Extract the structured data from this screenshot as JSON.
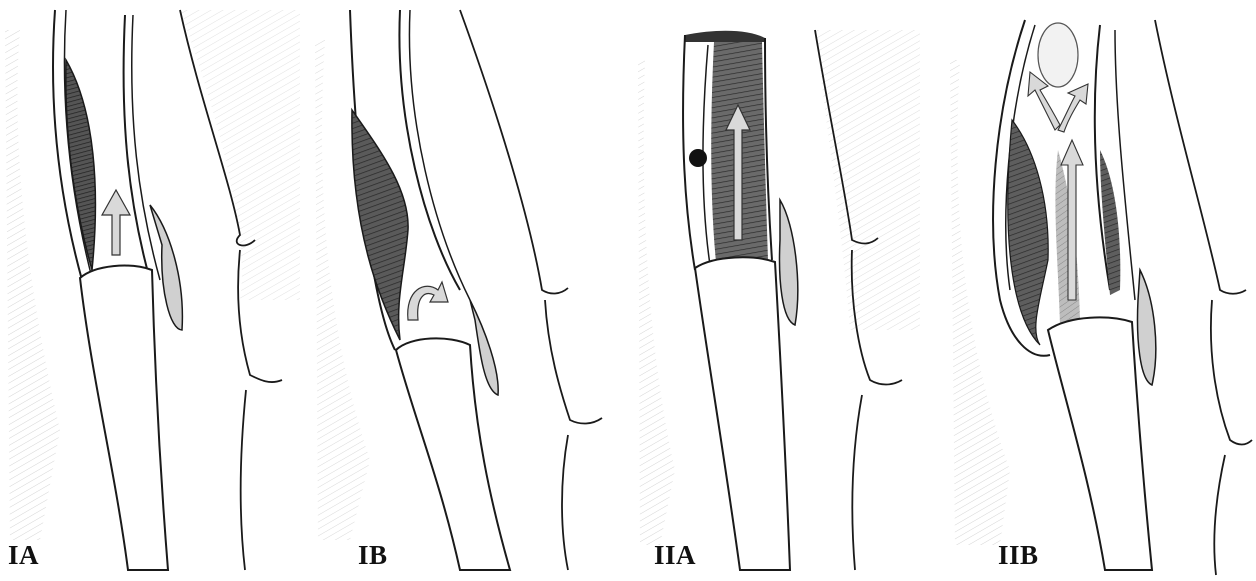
{
  "figure": {
    "panels": [
      {
        "label": "IA"
      },
      {
        "label": "IB"
      },
      {
        "label": "IIA"
      },
      {
        "label": "IIB"
      }
    ],
    "colors": {
      "ink": "#1a1a1a",
      "false_lumen_fill": "#4a4a4a",
      "hatch_shade": "#9a9a9a",
      "arrow_fill": "#d9d9d9",
      "thrombus": "#111111"
    }
  }
}
